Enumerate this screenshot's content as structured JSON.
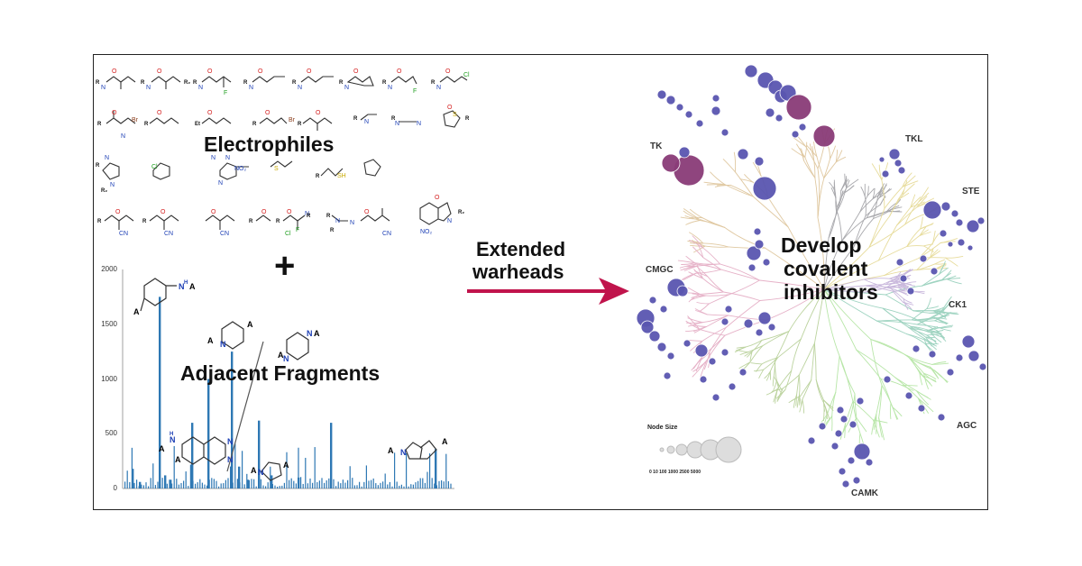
{
  "left_panel": {
    "electrophiles_title": "Electrophiles",
    "plus_sign": "+",
    "fragments_title": "Adjacent Fragments",
    "y_ticks": [
      "2000",
      "1500",
      "1000",
      "500",
      "0"
    ]
  },
  "arrow": {
    "label_line1": "Extended",
    "label_line2": "warheads",
    "color": "#c0144c"
  },
  "right_panel": {
    "title_line1": "Develop",
    "title_line2": "covalent",
    "title_line3": "inhibitors",
    "families": [
      "TK",
      "TKL",
      "STE",
      "CMGC",
      "CK1",
      "AGC",
      "CAMK"
    ],
    "legend_title": "Node Size",
    "legend_values": "0 10 100 1000 2500 5000"
  },
  "chart_data": {
    "type": "bar",
    "values_approx": [
      180,
      60,
      1750,
      120,
      80,
      600,
      1000,
      1250,
      200,
      80,
      620,
      120,
      100,
      600,
      360
    ],
    "ylim": [
      0,
      2000
    ],
    "y_ticks": [
      0,
      500,
      1000,
      1500,
      2000
    ]
  },
  "colors": {
    "node_blue": "#5a56b0",
    "node_purple": "#8a3c78",
    "bar_blue": "#2e78b4",
    "nitrogen_blue": "#1d3fb5"
  }
}
